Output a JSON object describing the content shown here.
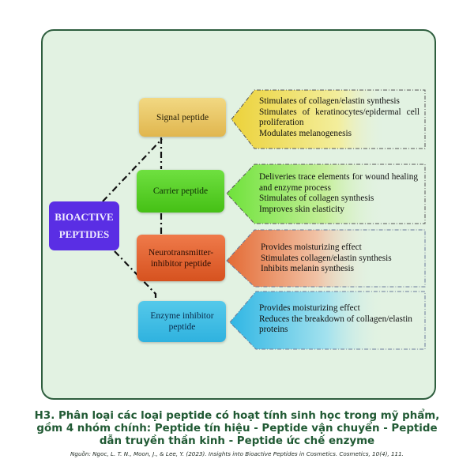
{
  "diagram": {
    "root": {
      "label_line1": "BIOACTIVE",
      "label_line2": "PEPTIDES",
      "color": "#5a2ee4"
    },
    "categories": [
      {
        "name": "Signal peptide",
        "color": "#e8c561",
        "effects": [
          "Stimulates of collagen/elastin synthesis",
          "Stimulates of keratinocytes/epidermal cell proliferation",
          "Modulates melanogenesis"
        ]
      },
      {
        "name": "Carrier peptide",
        "color": "#56cc22",
        "effects": [
          "Deliveries trace elements for wound healing and enzyme process",
          "Stimulates of collagen synthesis",
          "Improves skin elasticity"
        ]
      },
      {
        "name_line1": "Neurotransmitter-",
        "name_line2": "inhibitor peptide",
        "color": "#e0622c",
        "effects": [
          "Provides moisturizing effect",
          "Stimulates collagen/elastin synthesis",
          "Inhibits melanin synthesis"
        ]
      },
      {
        "name_line1": "Enzyme inhibitor",
        "name_line2": "peptide",
        "color": "#3dbce4",
        "effects": [
          "Provides moisturizing effect",
          "Reduces the breakdown of collagen/elastin proteins"
        ]
      }
    ]
  },
  "caption": {
    "title": "H3. Phân loại các loại peptide có hoạt tính sinh học trong mỹ phẩm, gồm 4 nhóm chính: Peptide tín hiệu - Peptide vận chuyển - Peptide dẫn truyền thần kinh - Peptide ức chế enzyme",
    "source": "Nguồn: Ngoc, L. T. N., Moon, J., & Lee, Y. (2023). Insights into Bioactive Peptides in Cosmetics. Cosmetics, 10(4), 111."
  },
  "colors": {
    "frame_border": "#2e5e3e",
    "frame_bg": "#e2f2e2",
    "caption_text": "#215a34"
  }
}
